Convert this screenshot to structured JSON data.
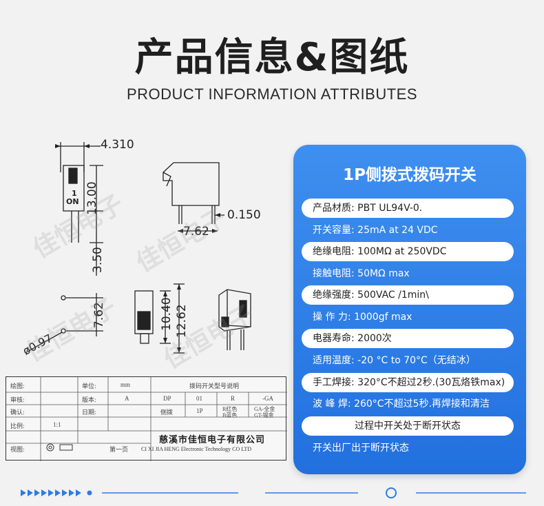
{
  "header": {
    "title_cn": "产品信息&图纸",
    "title_en": "PRODUCT INFORMATION ATTRIBUTES"
  },
  "drawing": {
    "dim_top_width": "4.310",
    "dim_height_upper": "13.00",
    "dim_lead_thickness": "0.150",
    "dim_pitch": "7.62",
    "dim_lead_length": "3.50",
    "dim_bottom_pitch": "7.62",
    "dim_hole": "ø0.97",
    "dim_body_height": "10.40",
    "dim_total_height": "12.62",
    "switch_number": "1",
    "switch_on_label": "ON",
    "watermark_text": "佳恒电子"
  },
  "title_block": {
    "label_drawing": "绘图:",
    "label_unit": "单位:",
    "unit_value": "mm",
    "model_desc": "拨码开关型号说明",
    "label_review": "审核:",
    "label_version": "版本:",
    "version_value": "A",
    "col_dp": "DP",
    "col_01": "01",
    "col_r": "R",
    "col_ga": "-GA",
    "label_confirm": "确认:",
    "label_date": "日期:",
    "side_dial": "侧拨",
    "one_p": "1P",
    "r_red": "R红色",
    "b_blue": "B蓝色",
    "ga_gold": "GA-全金",
    "gt_gold": "GT-锡金",
    "label_scale": "比例:",
    "scale_value": "1:1",
    "label_view": "视图:",
    "page": "第一页",
    "company_cn": "慈溪市佳恒电子有限公司",
    "company_en": "CI XI JIA HENG Electronic Technology CO LTD"
  },
  "card": {
    "title": "1P侧拨式拨码开关",
    "rows": [
      {
        "text": "产品材质:  PBT UL94V-0.",
        "style": "white"
      },
      {
        "text": "开关容量:  25mA at 24 VDC",
        "style": "plain"
      },
      {
        "text": "绝缘电阻:  100MΩ at 250VDC",
        "style": "white"
      },
      {
        "text": "接触电阻:  50MΩ max",
        "style": "plain"
      },
      {
        "text": "绝缘强度:  500VAC /1min\\",
        "style": "white"
      },
      {
        "text": "操 作 力:  1000gf max",
        "style": "plain"
      },
      {
        "text": "电器寿命:  2000次",
        "style": "white"
      },
      {
        "text": "适用温度:  -20 °C to 70°C（无结冰）",
        "style": "plain"
      },
      {
        "text": "手工焊接:  320°C不超过2秒.(30瓦烙铁max)",
        "style": "white"
      },
      {
        "text": "波 峰 焊:  260°C不超过5秒.再焊接和清洁",
        "style": "plain"
      },
      {
        "text": "过程中开关处于断开状态",
        "style": "white center"
      },
      {
        "text": "开关出厂出于断开状态",
        "style": "plain"
      }
    ]
  },
  "colors": {
    "card_top": "#3f8ff0",
    "card_bottom": "#2170de",
    "deco_blue": "#2d7be6"
  }
}
